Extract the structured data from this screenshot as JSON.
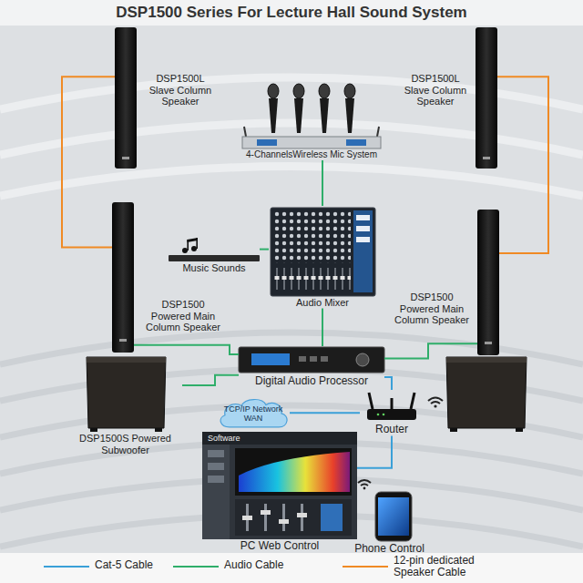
{
  "diagram": {
    "title": "DSP1500 Series For Lecture Hall Sound System",
    "nodes": [
      {
        "text": [
          "DSP1500L Slave Column Speaker"
        ]
      },
      {
        "text": [
          "DSP1500L Slave Column Speaker"
        ]
      },
      {
        "text": [
          "4-ChannelsWireless Mic System"
        ]
      },
      {
        "text": [
          "Music Sounds"
        ]
      },
      {
        "text": [
          "Audio Mixer"
        ]
      },
      {
        "text": [
          "DSP1500 Powered Main Column Speaker"
        ]
      },
      {
        "text": [
          "DSP1500 Powered Main Column Speaker"
        ]
      },
      {
        "text": [
          "Digital Audio Processor"
        ]
      },
      {
        "text": [
          "TCP/IP Network WAN"
        ]
      },
      {
        "text": [
          "Router"
        ]
      },
      {
        "text": [
          "DSP1500S Powered Subwoofer"
        ]
      },
      {
        "text": [
          "Software",
          "PC Web Control"
        ]
      },
      {
        "text": [
          "Phone Control"
        ]
      }
    ],
    "edges": [
      {
        "from": 0,
        "to": 5,
        "arrow": "none"
      },
      {
        "from": 1,
        "to": 6,
        "arrow": "none"
      },
      {
        "from": 2,
        "to": 4,
        "arrow": "none"
      },
      {
        "from": 3,
        "to": 4,
        "arrow": "none"
      },
      {
        "from": 4,
        "to": 7,
        "arrow": "none"
      },
      {
        "from": 7,
        "to": 5,
        "arrow": "none"
      },
      {
        "from": 7,
        "to": 6,
        "arrow": "none"
      },
      {
        "from": 7,
        "to": 10,
        "arrow": "none"
      },
      {
        "from": 7,
        "to": 9,
        "arrow": "none"
      },
      {
        "from": 9,
        "to": 8,
        "arrow": "none"
      },
      {
        "from": 9,
        "to": 11,
        "arrow": "none"
      }
    ],
    "legend": [
      {
        "text": "Cat-5 Cable"
      },
      {
        "text": "Audio Cable"
      },
      {
        "text": "12-pin dedicated Speaker Cable"
      }
    ]
  }
}
